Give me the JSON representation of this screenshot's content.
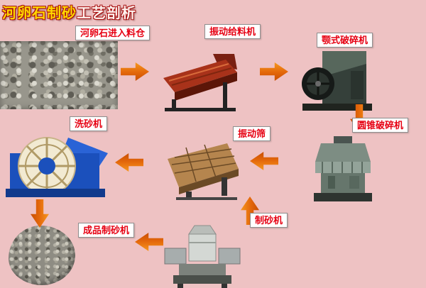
{
  "title": {
    "part1": "河卵石制砂",
    "part2": "工艺剖析"
  },
  "stages": {
    "pebble_feed": "河卵石进入料仓",
    "feeder": "振动给料机",
    "jaw_crusher": "颚式破碎机",
    "cone_crusher": "圆锥破碎机",
    "screen": "振动筛",
    "washer": "洗砂机",
    "sand_maker": "制砂机",
    "finished": "成品制砂机"
  },
  "colors": {
    "background": "#eec2c3",
    "arrow_orange": "#e3660a",
    "label_text_red": "#e60012",
    "label_bg": "#ffffff",
    "title_yellow": "#ffd800",
    "title_outline_red": "#a80f0f"
  },
  "icons": {
    "flow_arrow": "triangle-block-arrow"
  }
}
